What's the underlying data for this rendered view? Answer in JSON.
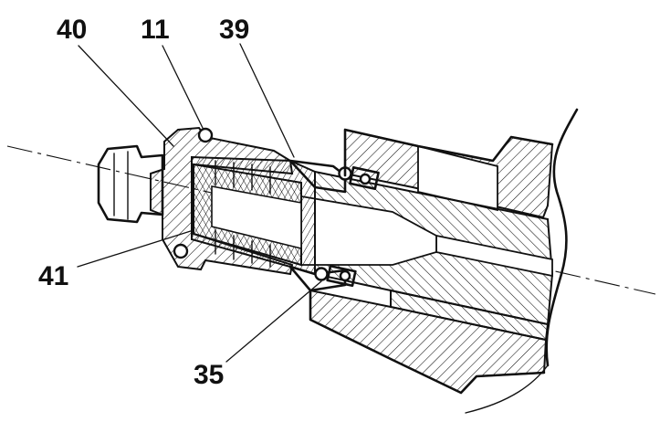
{
  "figure": {
    "callouts": [
      {
        "id": "40",
        "text": "40"
      },
      {
        "id": "11",
        "text": "11"
      },
      {
        "id": "39",
        "text": "39"
      },
      {
        "id": "41",
        "text": "41"
      },
      {
        "id": "35",
        "text": "35"
      }
    ]
  },
  "colors": {
    "ink": "#111111",
    "paper": "#ffffff"
  }
}
